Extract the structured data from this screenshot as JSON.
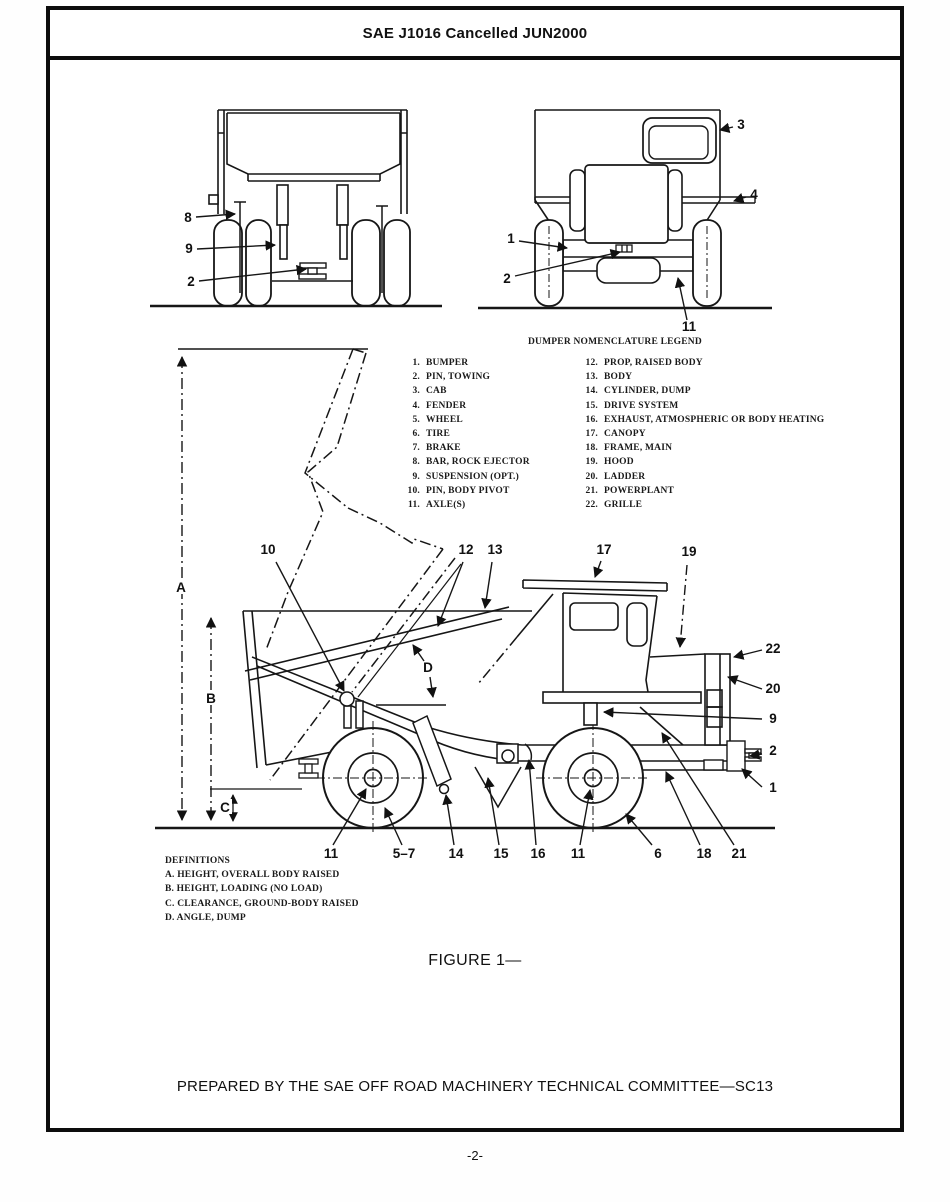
{
  "header": {
    "title": "SAE J1016 Cancelled JUN2000"
  },
  "figure": {
    "caption": "FIGURE 1—"
  },
  "footer": {
    "prepared_by": "PREPARED BY THE SAE OFF ROAD MACHINERY TECHNICAL COMMITTEE—SC13",
    "page_number": "-2-"
  },
  "legend": {
    "title": "DUMPER NOMENCLATURE LEGEND",
    "left": [
      {
        "num": "1.",
        "label": "BUMPER"
      },
      {
        "num": "2.",
        "label": "PIN, TOWING"
      },
      {
        "num": "3.",
        "label": "CAB"
      },
      {
        "num": "4.",
        "label": "FENDER"
      },
      {
        "num": "5.",
        "label": "WHEEL"
      },
      {
        "num": "6.",
        "label": "TIRE"
      },
      {
        "num": "7.",
        "label": "BRAKE"
      },
      {
        "num": "8.",
        "label": "BAR, ROCK EJECTOR"
      },
      {
        "num": "9.",
        "label": "SUSPENSION (OPT.)"
      },
      {
        "num": "10.",
        "label": "PIN, BODY PIVOT"
      },
      {
        "num": "11.",
        "label": "AXLE(S)"
      }
    ],
    "right": [
      {
        "num": "12.",
        "label": "PROP, RAISED BODY"
      },
      {
        "num": "13.",
        "label": "BODY"
      },
      {
        "num": "14.",
        "label": "CYLINDER, DUMP"
      },
      {
        "num": "15.",
        "label": "DRIVE SYSTEM"
      },
      {
        "num": "16.",
        "label": "EXHAUST, ATMOSPHERIC OR BODY HEATING"
      },
      {
        "num": "17.",
        "label": "CANOPY"
      },
      {
        "num": "18.",
        "label": "FRAME, MAIN"
      },
      {
        "num": "19.",
        "label": "HOOD"
      },
      {
        "num": "20.",
        "label": "LADDER"
      },
      {
        "num": "21.",
        "label": "POWERPLANT"
      },
      {
        "num": "22.",
        "label": "GRILLE"
      }
    ]
  },
  "definitions": {
    "title": "DEFINITIONS",
    "items": [
      "A. HEIGHT, OVERALL BODY RAISED",
      "B. HEIGHT, LOADING (NO LOAD)",
      "C. CLEARANCE, GROUND-BODY RAISED",
      "D. ANGLE, DUMP"
    ]
  },
  "callouts": {
    "rear": [
      "8",
      "9",
      "2"
    ],
    "front": [
      "3",
      "4",
      "1",
      "2",
      "11"
    ],
    "side_top": [
      "10",
      "12",
      "13",
      "17",
      "19"
    ],
    "side_right": [
      "22",
      "20",
      "9",
      "2",
      "1"
    ],
    "side_bottom": [
      "11",
      "5–7",
      "14",
      "15",
      "16",
      "11",
      "6",
      "18",
      "21"
    ],
    "dims": [
      "A",
      "B",
      "C",
      "D"
    ]
  },
  "colors": {
    "ink": "#111111",
    "paper": "#ffffff"
  }
}
